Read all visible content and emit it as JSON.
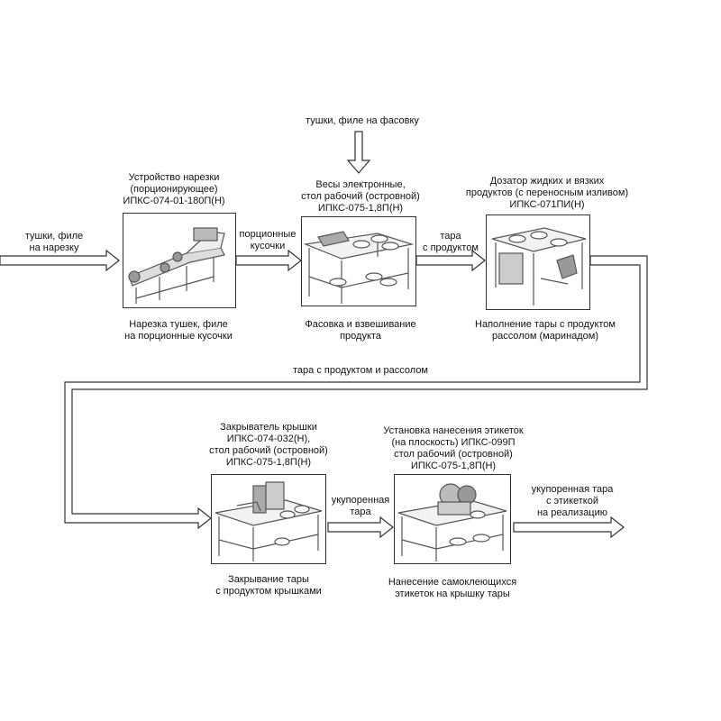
{
  "inputs": {
    "top_label": "тушки, филе на фасовку",
    "left_label": "тушки, филе\nна нарезку"
  },
  "stations": [
    {
      "title": "Устройство нарезки\n(порционирующее)\nИПКС-074-01-180П(Н)",
      "caption": "Нарезка тушек, филе\nна порционные кусочки",
      "equipment_icon": "slicing-machine"
    },
    {
      "title": "Весы электронные,\nстол рабочий (островной)\nИПКС-075-1,8П(Н)",
      "caption": "Фасовка и взвешивание\nпродукта",
      "equipment_icon": "scale-on-work-table"
    },
    {
      "title": "Дозатор жидких и вязких\nпродуктов (с переносным изливом)\nИПКС-071ПИ(Н)",
      "caption": "Наполнение тары с продуктом\nрассолом (маринадом)",
      "equipment_icon": "liquid-dispenser"
    },
    {
      "title": "Закрыватель крышки\nИПКС-074-032(Н),\nстол рабочий (островной)\nИПКС-075-1,8П(Н)",
      "caption": "Закрывание тары\nс продуктом крышками",
      "equipment_icon": "lid-closer-on-table"
    },
    {
      "title": "Установка нанесения этикеток\n(на плоскость) ИПКС-099П\nстол рабочий (островной)\nИПКС-075-1,8П(Н)",
      "caption": "Нанесение самоклеющихся\nэтикеток на крышку тары",
      "equipment_icon": "labeler-on-table"
    }
  ],
  "flows": [
    "порционные\nкусочки",
    "тара\nс продуктом",
    "тара с продуктом и рассолом",
    "укупоренная\nтара",
    "укупоренная тара\nс этикеткой\nна реализацию"
  ],
  "colors": {
    "line": "#333333",
    "equipment": "#555555",
    "background": "#ffffff"
  }
}
